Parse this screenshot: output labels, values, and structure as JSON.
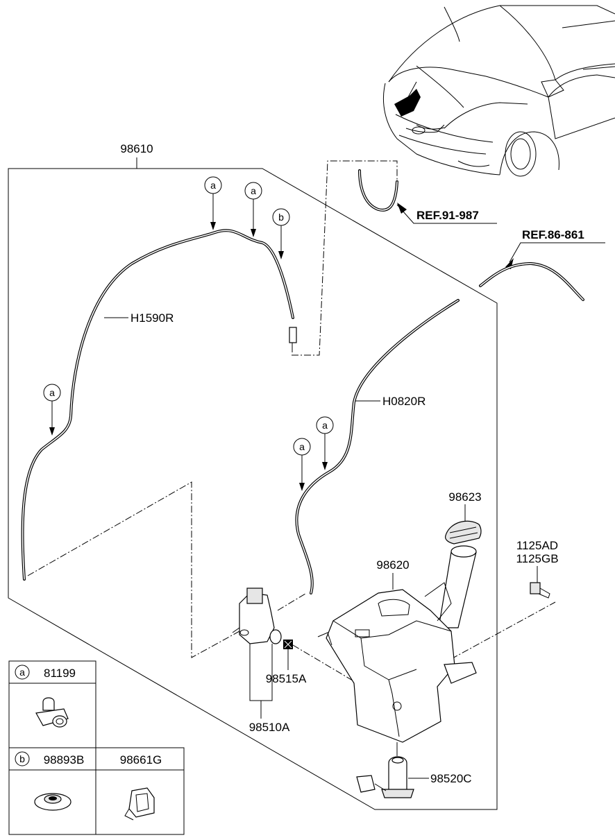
{
  "parts": {
    "assembly": "98610",
    "hose_left": "H1590R",
    "hose_right": "H0820R",
    "cap": "98623",
    "reservoir": "98620",
    "bolt_1": "1125AD",
    "bolt_2": "1125GB",
    "filter": "98515A",
    "pump": "98510A",
    "sensor": "98520C"
  },
  "references": {
    "ref_1": "REF.91-987",
    "ref_2": "REF.86-861"
  },
  "callouts": {
    "a": "a",
    "b": "b"
  },
  "legend": {
    "row_a_letter": "a",
    "row_a_part": "81199",
    "row_b_letter": "b",
    "row_b_part_1": "98893B",
    "row_b_part_2": "98661G"
  }
}
